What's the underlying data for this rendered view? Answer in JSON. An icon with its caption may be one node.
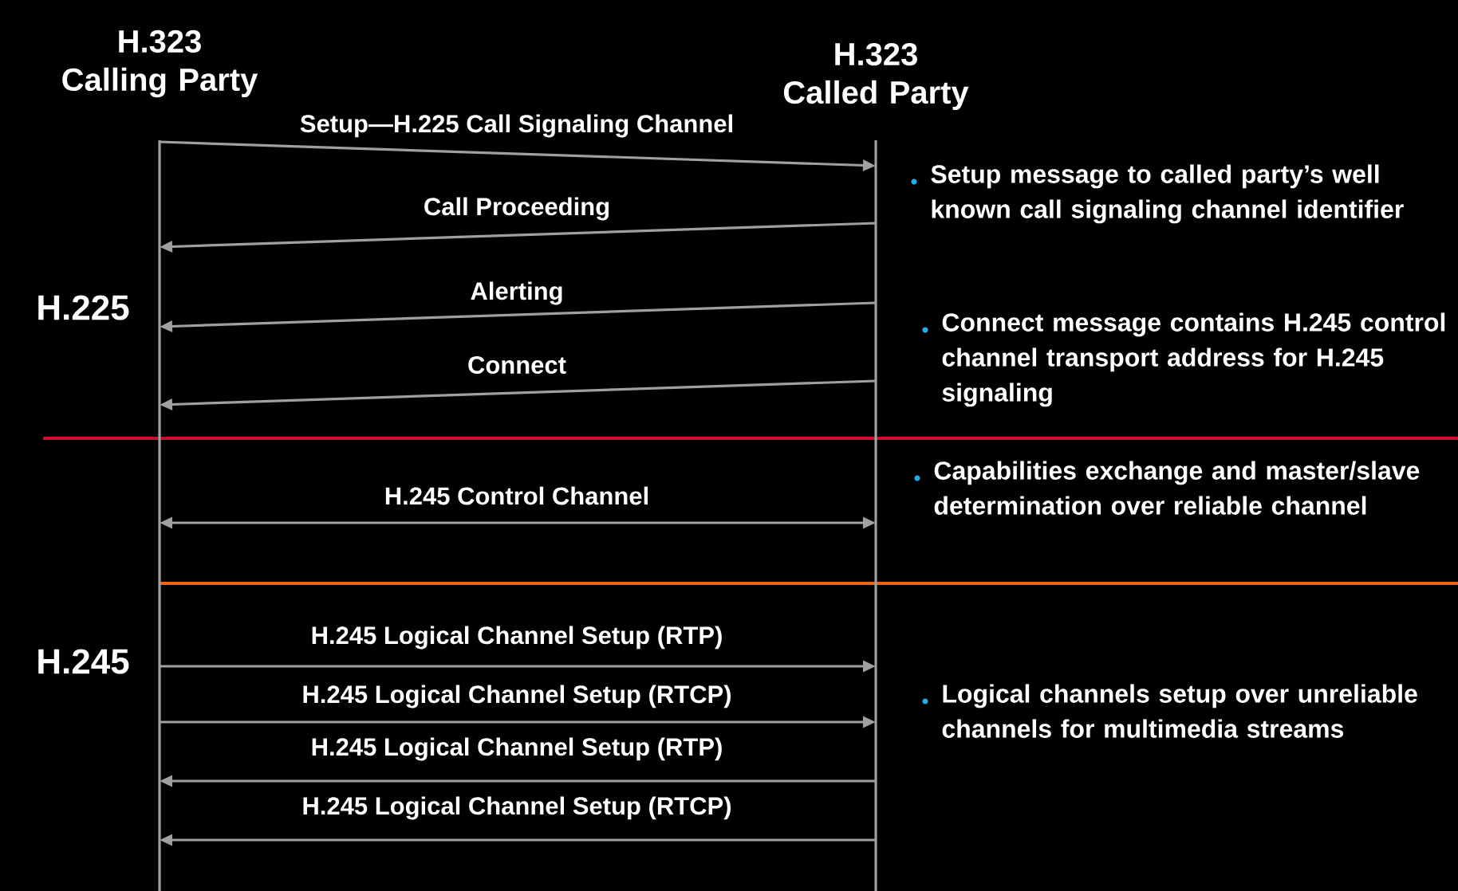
{
  "diagram": {
    "nodes": [
      {
        "text": [
          "H.323 Calling Party"
        ]
      },
      {
        "text": [
          "H.323 Called Party"
        ]
      }
    ],
    "edges": [
      {
        "from": 0,
        "to": 1,
        "arrow": "to",
        "label": "Setup—H.225 Call Signaling Channel"
      },
      {
        "from": 1,
        "to": 0,
        "arrow": "to",
        "label": "Call Proceeding"
      },
      {
        "from": 1,
        "to": 0,
        "arrow": "to",
        "label": "Alerting"
      },
      {
        "from": 1,
        "to": 0,
        "arrow": "to",
        "label": "Connect"
      },
      {
        "from": 0,
        "to": 1,
        "arrow": "both",
        "label": "H.245 Control Channel"
      },
      {
        "from": 0,
        "to": 1,
        "arrow": "to",
        "label": "H.245 Logical Channel Setup (RTP)"
      },
      {
        "from": 0,
        "to": 1,
        "arrow": "to",
        "label": "H.245 Logical Channel Setup (RTCP)"
      },
      {
        "from": 1,
        "to": 0,
        "arrow": "to",
        "label": "H.245 Logical Channel Setup (RTP)"
      },
      {
        "from": 1,
        "to": 0,
        "arrow": "to",
        "label": "H.245 Logical Channel Setup (RTCP)"
      }
    ],
    "labels": [
      "H.225",
      "Setup message to called party’s well known call signaling channel identifier",
      "Connect message contains H.245 control channel transport address for H.245 signaling",
      "Capabilities exchange and master/slave determination over reliable channel",
      "H.245",
      "Logical channels setup over unreliable channels for multimedia streams"
    ]
  }
}
